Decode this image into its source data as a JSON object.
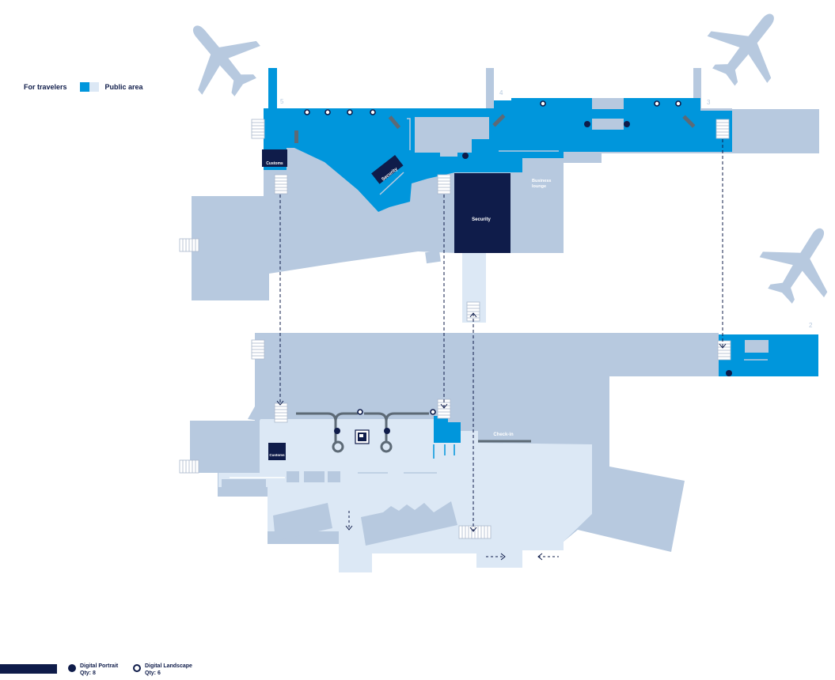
{
  "legend": {
    "travelers_label": "For travelers",
    "public_label": "Public area",
    "digital_portrait": {
      "label": "Digital Portrait",
      "qty": "Qty: 8"
    },
    "digital_landscape": {
      "label": "Digital Landscape",
      "qty": "Qty: 6"
    }
  },
  "gates": [
    "5",
    "4",
    "3",
    "2"
  ],
  "labels": {
    "customs_upper": "Customs",
    "customs_lower": "Customs",
    "security_small": "Security",
    "security_large": "Security",
    "business_lounge_line1": "Business",
    "business_lounge_line2": "lounge",
    "checkin": "Check-in"
  },
  "colors": {
    "building": "#b7c9df",
    "public_light": "#dce8f5",
    "travelers": "#0096dc",
    "navy": "#0f1c4a",
    "gray": "#5d6a76"
  }
}
